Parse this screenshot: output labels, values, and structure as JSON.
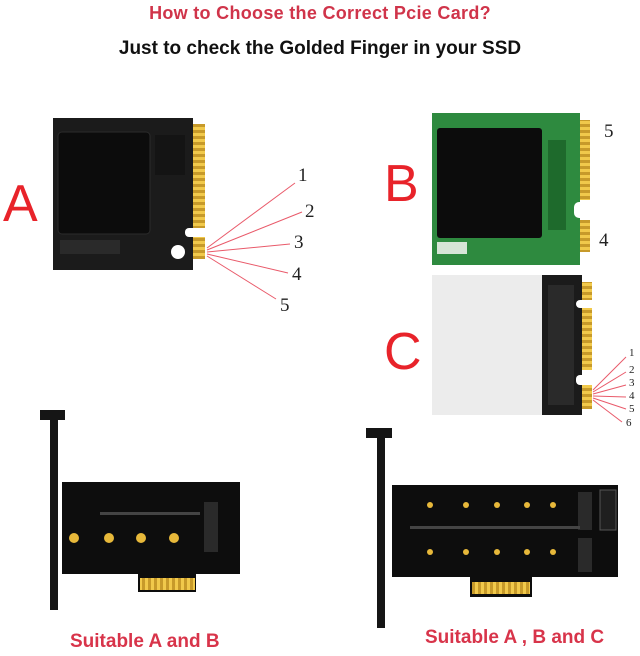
{
  "header": {
    "title": "How to Choose the Correct Pcie Card?",
    "subtitle": "Just to check the Golded Finger in your SSD"
  },
  "ssd_labels": {
    "a": "A",
    "b": "B",
    "c": "C"
  },
  "pins_a": [
    "1",
    "2",
    "3",
    "4",
    "5"
  ],
  "pins_b": [
    "5",
    "4"
  ],
  "pins_c": [
    "1",
    "2",
    "3",
    "4",
    "5",
    "6"
  ],
  "captions": {
    "left": "Suitable A and  B",
    "right": "Suitable A , B and C"
  },
  "colors": {
    "accent": "#e8232a",
    "caption": "#d8344a",
    "gold": "#e7b83a"
  }
}
